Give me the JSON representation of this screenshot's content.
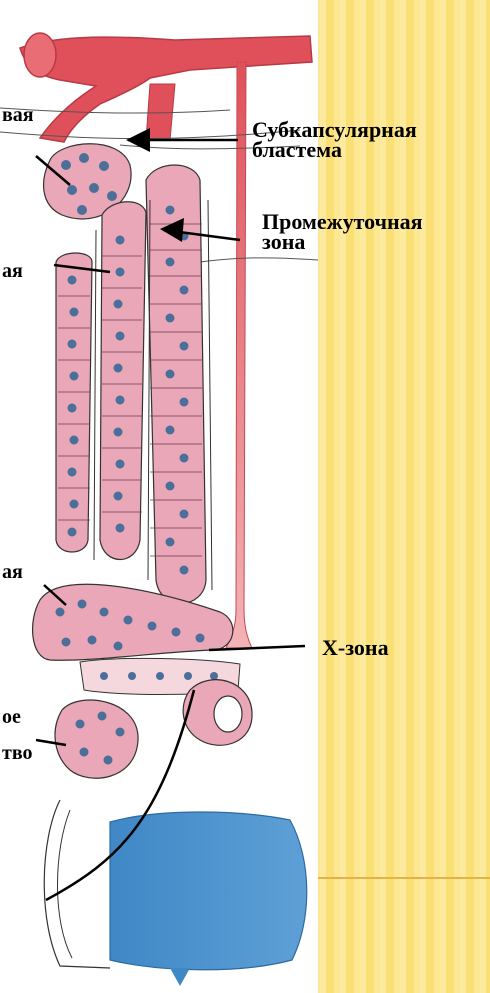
{
  "labels": {
    "left_top": "вая",
    "left_mid": "ая",
    "left_low": "ая",
    "left_oe": "ое",
    "left_tvo": "тво",
    "subcapsular_line1": "Субкапсулярная",
    "subcapsular_line2": "бластема",
    "intermediate_line1": "Промежуточная",
    "intermediate_line2": "зона",
    "x_zone": "Х-зона"
  },
  "colors": {
    "background": "#fbe27a",
    "vessel_red": "#e0505a",
    "cell_pink": "#e9a7b8",
    "nucleus_blue": "#4c6f9a",
    "vena_blue": "#3f88c6",
    "accent_line": "#e6b34a"
  }
}
